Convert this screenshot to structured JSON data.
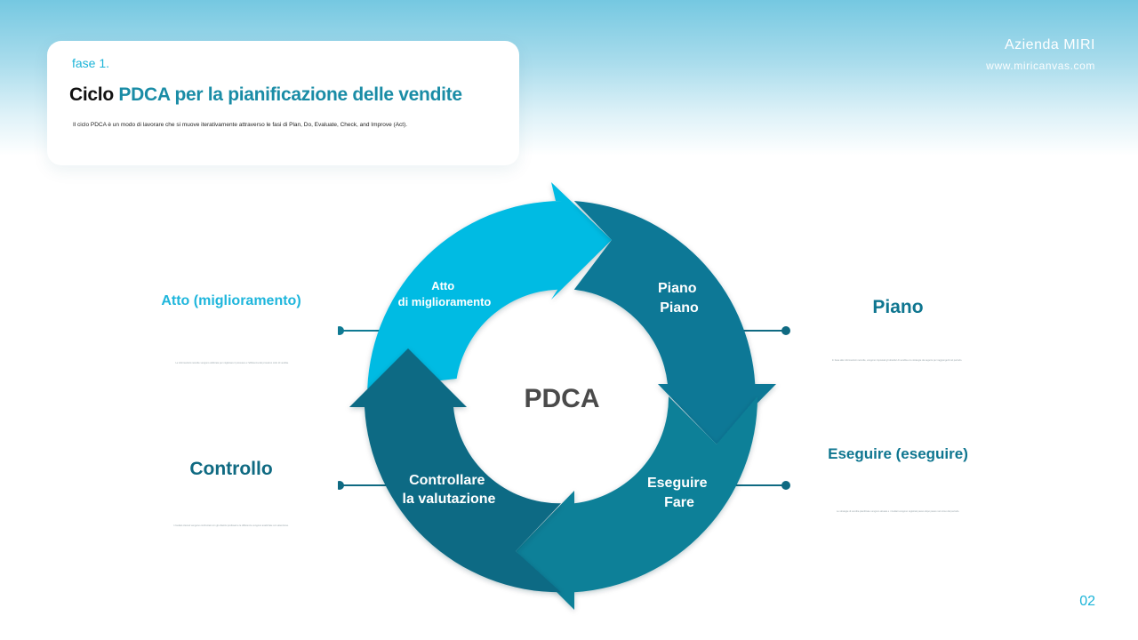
{
  "brand": {
    "name": "Azienda MIRI",
    "url": "www.miricanvas.com"
  },
  "header": {
    "phase": "fase 1.",
    "title_prefix": "Ciclo ",
    "title_highlight": "PDCA per la pianificazione delle vendite",
    "subtitle": "Il ciclo PDCA è un modo di lavorare che si muove iterativamente attraverso le fasi di Plan, Do, Evaluate, Check, and Improve (Act)."
  },
  "cycle": {
    "center": "PDCA",
    "segments": {
      "act": [
        "Atto",
        "di miglioramento"
      ],
      "plan": [
        "Piano",
        "Piano"
      ],
      "do": [
        "Eseguire",
        "Fare"
      ],
      "check": [
        "Controllare",
        "la valutazione"
      ]
    }
  },
  "sides": {
    "act": {
      "title": "Atto (miglioramento)",
      "text": "Le informazioni raccolte vengono utilizzate per migliorare il processo e l'efficienza del prossimo ciclo di vendita."
    },
    "plan": {
      "title": "Piano",
      "text": "In base alle informazioni raccolte, vengono impostati gli obiettivi di vendita e le strategie da seguire per raggiungerli nel periodo."
    },
    "check": {
      "title": "Controllo",
      "text": "I risultati ottenuti vengono confrontati con gli obiettivi prefissati e le differenze vengono analizzate con attenzione."
    },
    "do": {
      "title": "Eseguire (eseguire)",
      "text": "Le strategie di vendita pianificate vengono attuate e i risultati vengono registrati passo dopo passo nel corso del periodo."
    }
  },
  "page_number": "02",
  "colors": {
    "act": "#05bbe3",
    "plan": "#077896",
    "do": "#0b8098",
    "check": "#0b6a84",
    "center_text": "#4a4a4a"
  }
}
